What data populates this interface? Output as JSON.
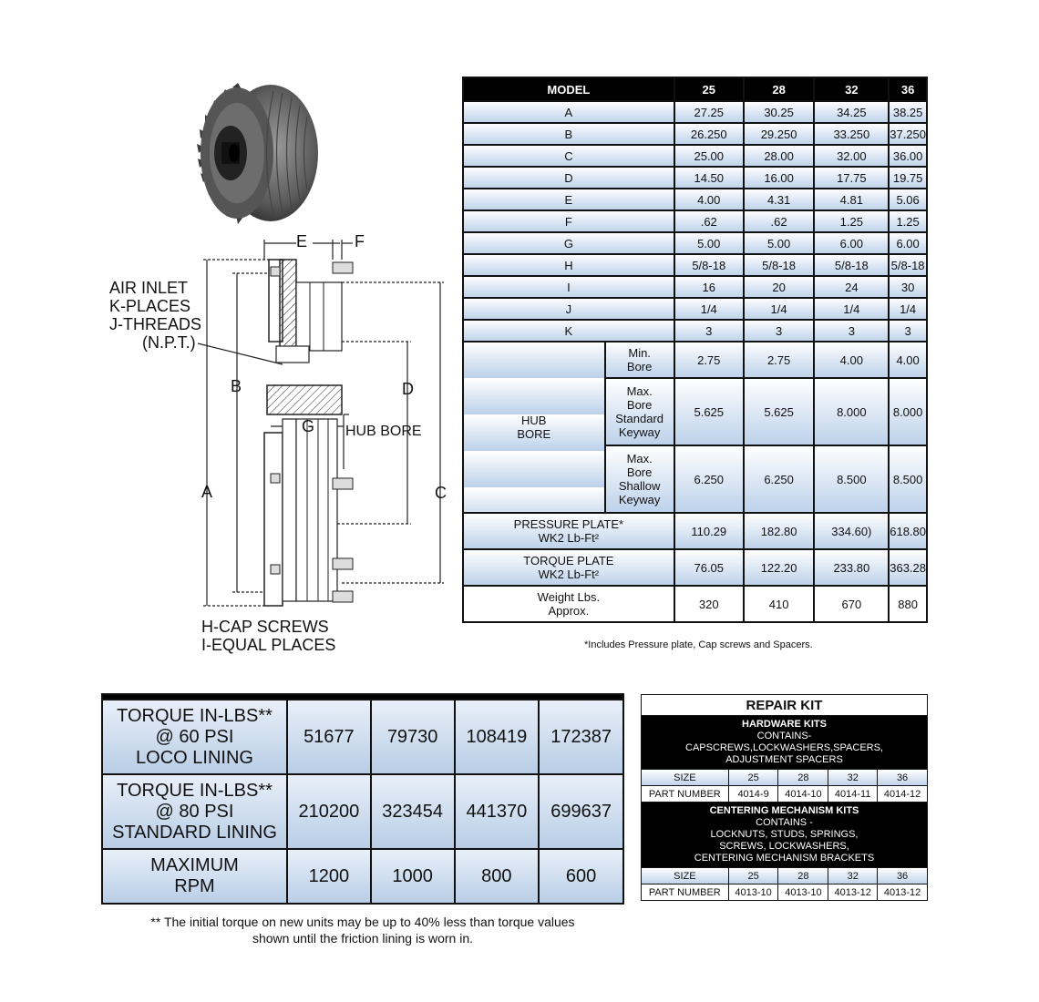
{
  "diagram": {
    "labels": {
      "air_inlet": [
        "AIR INLET",
        "K-PLACES",
        "J-THREADS",
        "(N.P.T.)"
      ],
      "cap_screws": [
        "H-CAP SCREWS",
        "I-EQUAL PLACES"
      ],
      "hub_bore": "HUB BORE",
      "E": "E",
      "F": "F",
      "A": "A",
      "B": "B",
      "C": "C",
      "D": "D",
      "G": "G"
    }
  },
  "spec_table": {
    "header": [
      "MODEL",
      "25",
      "28",
      "32",
      "36"
    ],
    "rows": [
      [
        "A",
        "27.25",
        "30.25",
        "34.25",
        "38.25"
      ],
      [
        "B",
        "26.250",
        "29.250",
        "33.250",
        "37.250"
      ],
      [
        "C",
        "25.00",
        "28.00",
        "32.00",
        "36.00"
      ],
      [
        "D",
        "14.50",
        "16.00",
        "17.75",
        "19.75"
      ],
      [
        "E",
        "4.00",
        "4.31",
        "4.81",
        "5.06"
      ],
      [
        "F",
        ".62",
        ".62",
        "1.25",
        "1.25"
      ],
      [
        "G",
        "5.00",
        "5.00",
        "6.00",
        "6.00"
      ],
      [
        "H",
        "5/8-18",
        "5/8-18",
        "5/8-18",
        "5/8-18"
      ],
      [
        "I",
        "16",
        "20",
        "24",
        "30"
      ],
      [
        "J",
        "1/4",
        "1/4",
        "1/4",
        "1/4"
      ],
      [
        "K",
        "3",
        "3",
        "3",
        "3"
      ]
    ],
    "hub_bore": {
      "label": [
        "HUB",
        "BORE"
      ],
      "rows": [
        {
          "sub": [
            "Min.",
            "Bore"
          ],
          "values": [
            "2.75",
            "2.75",
            "4.00",
            "4.00"
          ]
        },
        {
          "sub": [
            "Max.",
            "Bore",
            "Standard",
            "Keyway"
          ],
          "values": [
            "5.625",
            "5.625",
            "8.000",
            "8.000"
          ]
        },
        {
          "sub": [
            "Max.",
            "Bore",
            "Shallow",
            "Keyway"
          ],
          "values": [
            "6.250",
            "6.250",
            "8.500",
            "8.500"
          ]
        }
      ]
    },
    "pressure_plate": {
      "label": [
        "PRESSURE PLATE*",
        "WK2 Lb-Ft²"
      ],
      "values": [
        "110.29",
        "182.80",
        "334.60)",
        "618.80"
      ]
    },
    "torque_plate": {
      "label": [
        "TORQUE PLATE",
        "WK2 Lb-Ft²"
      ],
      "values": [
        "76.05",
        "122.20",
        "233.80",
        "363.28"
      ]
    },
    "weight": {
      "label": [
        "Weight Lbs.",
        "Approx."
      ],
      "values": [
        "320",
        "410",
        "670",
        "880"
      ]
    },
    "footnote": "*Includes Pressure plate, Cap screws and Spacers."
  },
  "torque_table": {
    "rows": [
      {
        "label": [
          "TORQUE IN-LBS**",
          "@ 60 PSI",
          "LOCO LINING"
        ],
        "values": [
          "51677",
          "79730",
          "108419",
          "172387"
        ]
      },
      {
        "label": [
          "TORQUE IN-LBS**",
          "@ 80 PSI",
          "STANDARD LINING"
        ],
        "values": [
          "210200",
          "323454",
          "441370",
          "699637"
        ]
      },
      {
        "label": [
          "MAXIMUM",
          "RPM"
        ],
        "values": [
          "1200",
          "1000",
          "800",
          "600"
        ]
      }
    ],
    "footnote": [
      "** The initial torque on new units may be up to 40% less than torque values",
      "shown until the friction lining is worn in."
    ]
  },
  "repair_kit": {
    "title": "REPAIR KIT",
    "hardware": {
      "heading": "HARDWARE KITS",
      "contains": [
        "CONTAINS-",
        "CAPSCREWS,LOCKWASHERS,SPACERS,",
        "ADJUSTMENT SPACERS"
      ],
      "size_label": "SIZE",
      "sizes": [
        "25",
        "28",
        "32",
        "36"
      ],
      "part_label": "PART NUMBER",
      "parts": [
        "4014-9",
        "4014-10",
        "4014-11",
        "4014-12"
      ]
    },
    "centering": {
      "heading": "CENTERING MECHANISM KITS",
      "contains": [
        "CONTAINS -",
        "LOCKNUTS, STUDS, SPRINGS,",
        "SCREWS, LOCKWASHERS,",
        "CENTERING MECHANISM BRACKETS"
      ],
      "size_label": "SIZE",
      "sizes": [
        "25",
        "28",
        "32",
        "36"
      ],
      "part_label": "PART NUMBER",
      "parts": [
        "4013-10",
        "4013-10",
        "4013-12",
        "4013-12"
      ]
    }
  }
}
